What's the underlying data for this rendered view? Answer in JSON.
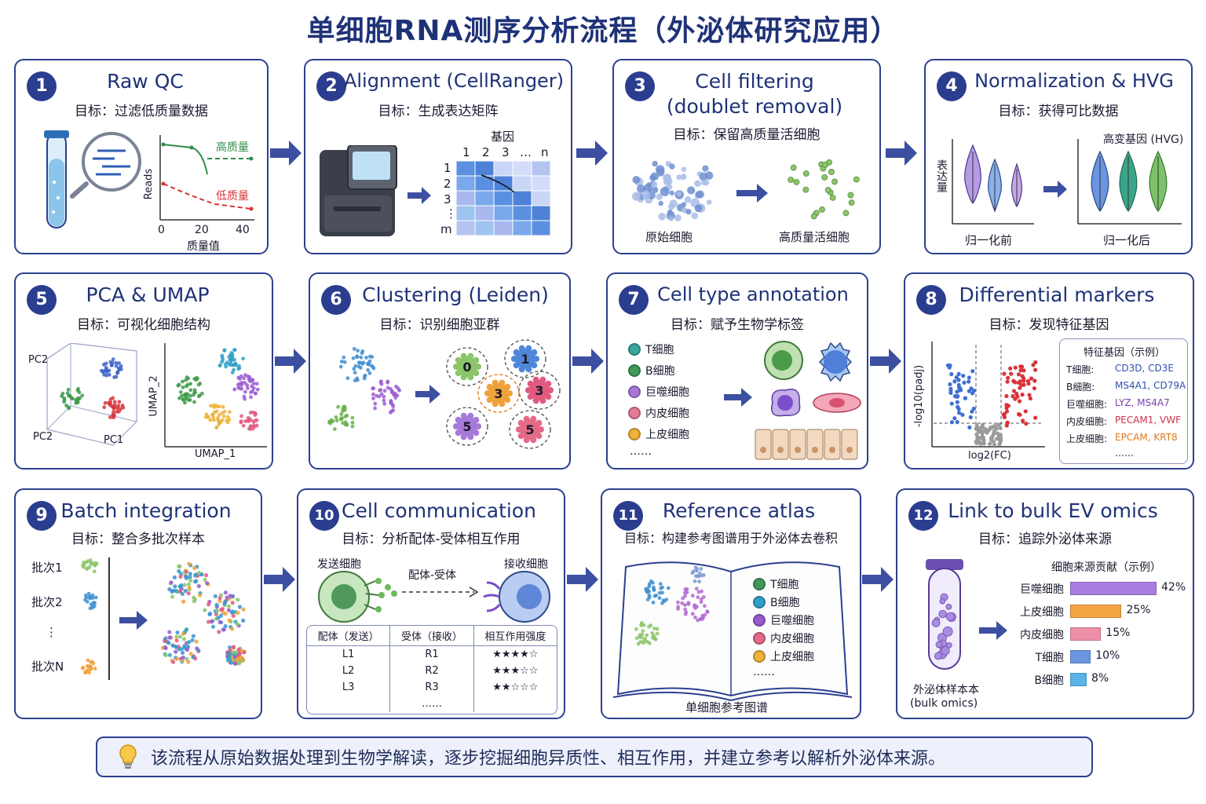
{
  "title": "单细胞RNA测序分析流程（外泌体研究应用）",
  "steps": [
    {
      "num": "1",
      "title": "Raw QC",
      "goal": "目标：过滤低质量数据"
    },
    {
      "num": "2",
      "title": "Alignment (CellRanger)",
      "goal": "目标：生成表达矩阵"
    },
    {
      "num": "3",
      "title": "Cell filtering",
      "title2": "(doublet removal)",
      "goal": "目标：保留高质量活细胞"
    },
    {
      "num": "4",
      "title": "Normalization & HVG",
      "goal": "目标：获得可比数据"
    },
    {
      "num": "5",
      "title": "PCA & UMAP",
      "goal": "目标：可视化细胞结构"
    },
    {
      "num": "6",
      "title": "Clustering (Leiden)",
      "goal": "目标：识别细胞亚群"
    },
    {
      "num": "7",
      "title": "Cell type annotation",
      "goal": "目标：赋予生物学标签"
    },
    {
      "num": "8",
      "title": "Differential markers",
      "goal": "目标：发现特征基因"
    },
    {
      "num": "9",
      "title": "Batch integration",
      "goal": "目标：整合多批次样本"
    },
    {
      "num": "10",
      "title": "Cell communication",
      "goal": "目标：分析配体-受体相互作用"
    },
    {
      "num": "11",
      "title": "Reference atlas",
      "goal": "目标：构建参考图谱用于外泌体去卷积"
    },
    {
      "num": "12",
      "title": "Link to bulk EV omics",
      "goal": "目标：追踪外泌体来源"
    }
  ],
  "qc": {
    "high": "高质量",
    "low": "低质量",
    "ylabel": "Reads",
    "xlabel": "质量值",
    "ticks": [
      "0",
      "20",
      "40"
    ]
  },
  "align": {
    "gene_label": "基因",
    "cols": [
      "1",
      "2",
      "3",
      "…",
      "n"
    ],
    "rows": [
      "1",
      "2",
      "3",
      "⋮",
      "m"
    ]
  },
  "filter": {
    "raw": "原始细胞",
    "clean": "高质量活细胞"
  },
  "norm": {
    "ylabel": "表达量",
    "before": "归一化前",
    "after": "归一化后",
    "hvg": "高变基因 (HVG)"
  },
  "pca": {
    "pc1": "PC1",
    "pc2a": "PC2",
    "pc2b": "PC2",
    "umap1": "UMAP_1",
    "umap2": "UMAP_2"
  },
  "clusters": [
    "0",
    "1",
    "3",
    "3",
    "5",
    "5"
  ],
  "annotation": {
    "types": [
      {
        "name": "T细胞",
        "color": "#3aa6a0"
      },
      {
        "name": "B细胞",
        "color": "#3f9a5a"
      },
      {
        "name": "巨噬细胞",
        "color": "#a877d6"
      },
      {
        "name": "内皮细胞",
        "color": "#e57a96"
      },
      {
        "name": "上皮细胞",
        "color": "#f0b23a"
      }
    ],
    "more": "……"
  },
  "markers": {
    "ylabel": "-log10(padj)",
    "xlabel": "log2(FC)",
    "box_title": "特征基因（示例）",
    "rows": [
      {
        "cell": "T细胞:",
        "genes": "CD3D, CD3E",
        "color": "#2f4fb0"
      },
      {
        "cell": "B细胞:",
        "genes": "MS4A1, CD79A",
        "color": "#2f4fb0"
      },
      {
        "cell": "巨噬细胞:",
        "genes": "LYZ, MS4A7",
        "color": "#7a3fb0"
      },
      {
        "cell": "内皮细胞:",
        "genes": "PECAM1, VWF",
        "color": "#d0304a"
      },
      {
        "cell": "上皮细胞:",
        "genes": "EPCAM, KRT8",
        "color": "#e07a1a"
      }
    ],
    "more": "……"
  },
  "batch": {
    "labels": [
      "批次1",
      "批次2",
      "⋮",
      "批次N"
    ]
  },
  "comm": {
    "sender": "发送细胞",
    "receiver": "接收细胞",
    "pair": "配体-受体",
    "headers": [
      "配体（发送）",
      "受体（接收）",
      "相互作用强度"
    ],
    "rows": [
      [
        "L1",
        "R1",
        "★★★★☆"
      ],
      [
        "L2",
        "R2",
        "★★★☆☆"
      ],
      [
        "L3",
        "R3",
        "★★☆☆☆"
      ]
    ],
    "more": "……"
  },
  "atlas": {
    "types": [
      "T细胞",
      "B细胞",
      "巨噬细胞",
      "内皮细胞",
      "上皮细胞"
    ],
    "more": "……",
    "caption": "单细胞参考图谱"
  },
  "ev": {
    "sample": "外泌体样本本",
    "sample2": "(bulk omics)",
    "chart_title": "细胞来源贡献（示例）"
  },
  "chart_data": {
    "type": "bar",
    "title": "细胞来源贡献（示例）",
    "categories": [
      "巨噬细胞",
      "上皮细胞",
      "内皮细胞",
      "T细胞",
      "B细胞"
    ],
    "values": [
      42,
      25,
      15,
      10,
      8
    ],
    "labels": [
      "42%",
      "25%",
      "15%",
      "10%",
      "8%"
    ],
    "colors": [
      "#a77ee0",
      "#f5a443",
      "#ee8fa8",
      "#6b95e0",
      "#5ab3e8"
    ]
  },
  "footer": "该流程从原始数据处理到生物学解读，逐步挖掘细胞异质性、相互作用，并建立参考以解析外泌体来源。"
}
